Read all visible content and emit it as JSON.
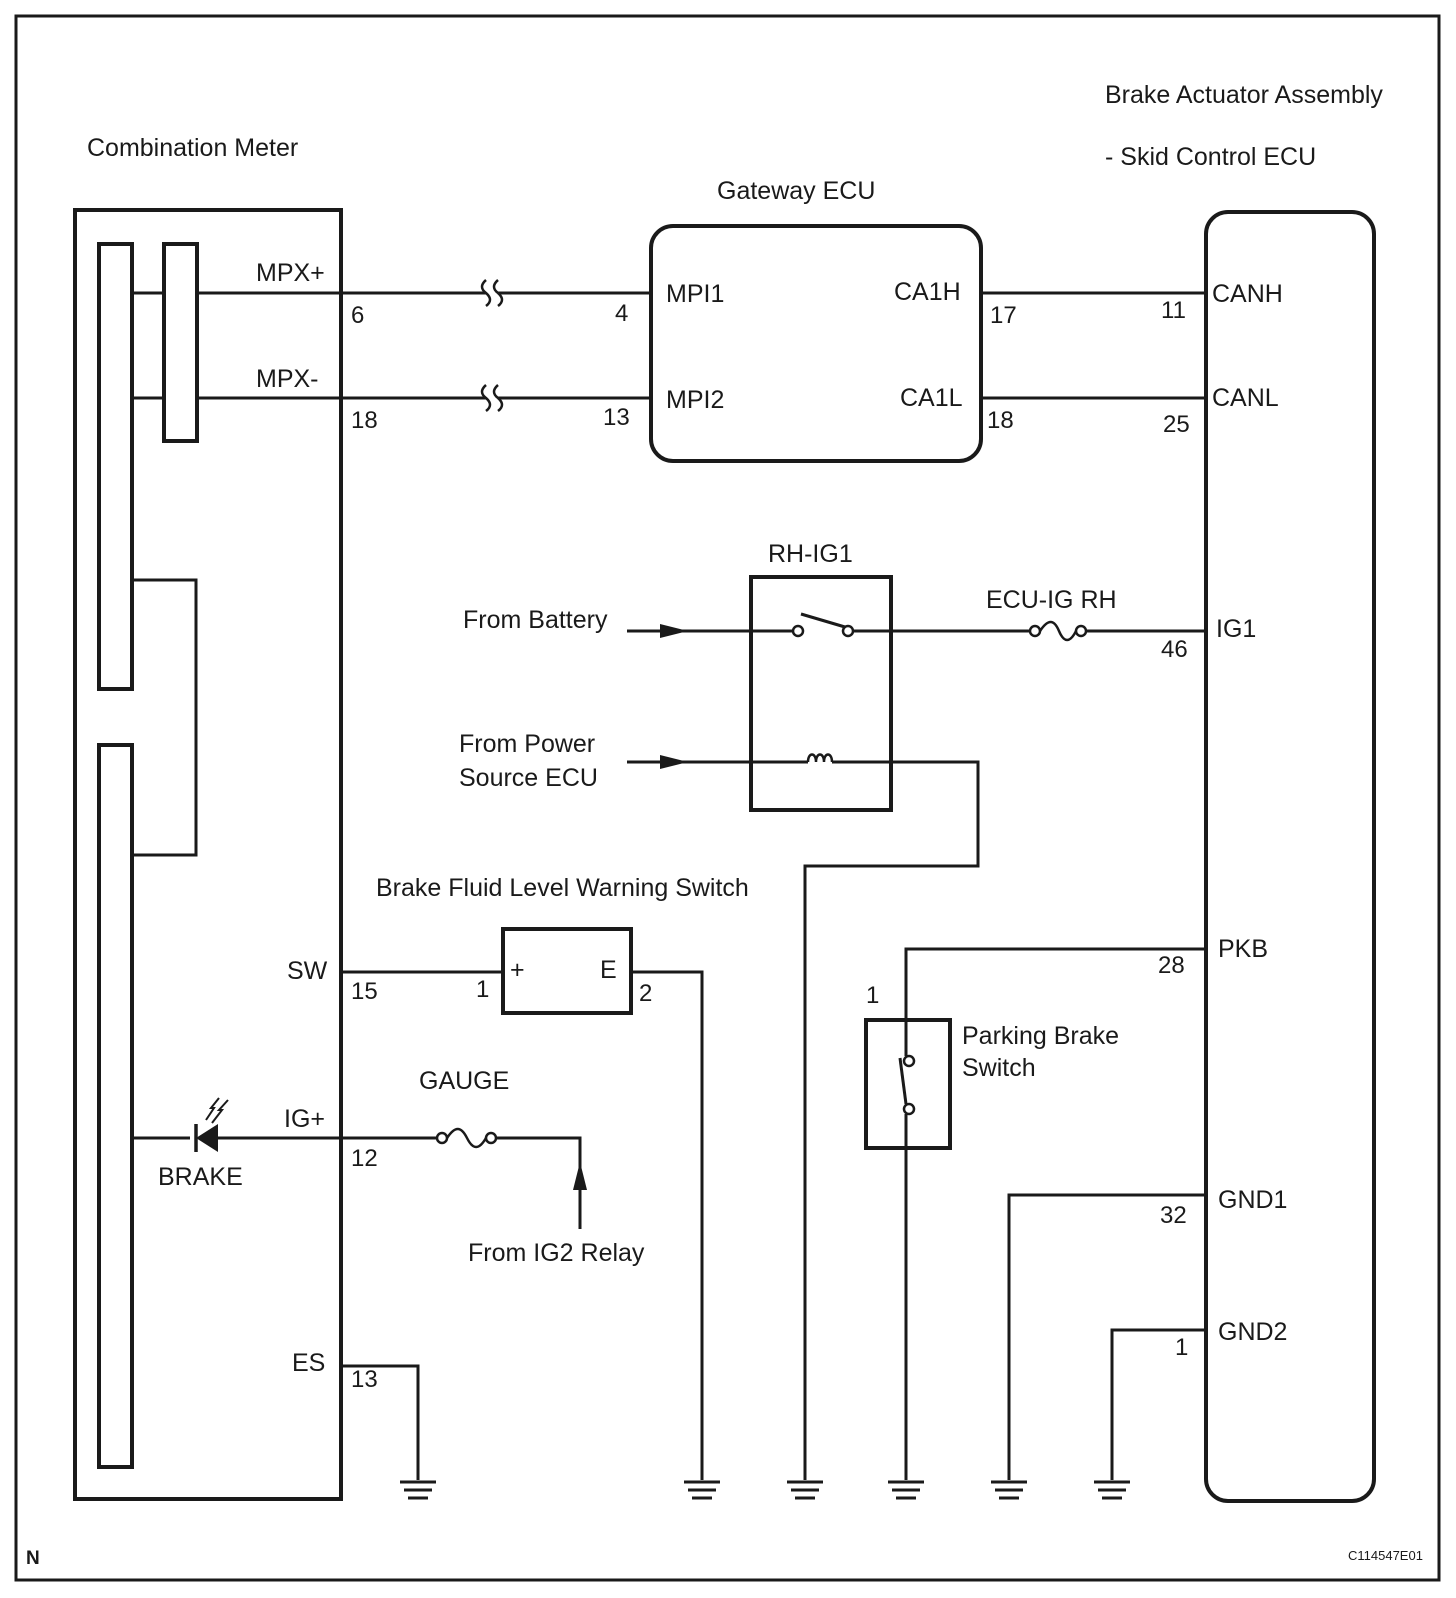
{
  "components": {
    "combination_meter": "Combination Meter",
    "gateway_ecu": "Gateway ECU",
    "brake_actuator_line1": "Brake Actuator Assembly",
    "brake_actuator_line2": "- Skid Control ECU",
    "rh_ig1_relay": "RH-IG1",
    "ecu_ig_rh_fuse": "ECU-IG RH",
    "gauge_fuse": "GAUGE",
    "brake_fluid_switch": "Brake Fluid Level Warning Switch",
    "parking_brake_line1": "Parking Brake",
    "parking_brake_line2": "Switch",
    "brake_lamp": "BRAKE"
  },
  "sources": {
    "from_battery": "From Battery",
    "from_power_line1": "From Power",
    "from_power_line2": "Source ECU",
    "from_ig2": "From IG2 Relay"
  },
  "meter_terminals": {
    "mpx_plus": {
      "name": "MPX+",
      "pin": "6"
    },
    "mpx_minus": {
      "name": "MPX-",
      "pin": "18"
    },
    "sw": {
      "name": "SW",
      "pin": "15"
    },
    "ig_plus": {
      "name": "IG+",
      "pin": "12"
    },
    "es": {
      "name": "ES",
      "pin": "13"
    }
  },
  "gateway_terminals": {
    "mpi1": {
      "name": "MPI1",
      "pin": "4"
    },
    "mpi2": {
      "name": "MPI2",
      "pin": "13"
    },
    "ca1h": {
      "name": "CA1H",
      "pin": "17"
    },
    "ca1l": {
      "name": "CA1L",
      "pin": "18"
    }
  },
  "actuator_terminals": {
    "canh": {
      "name": "CANH",
      "pin": "11"
    },
    "canl": {
      "name": "CANL",
      "pin": "25"
    },
    "ig1": {
      "name": "IG1",
      "pin": "46"
    },
    "pkb": {
      "name": "PKB",
      "pin": "28"
    },
    "gnd1": {
      "name": "GND1",
      "pin": "32"
    },
    "gnd2": {
      "name": "GND2",
      "pin": "1"
    }
  },
  "brake_fluid_switch_terminals": {
    "plus": {
      "name": "+",
      "pin": "1"
    },
    "e": {
      "name": "E",
      "pin": "2"
    }
  },
  "parking_brake_pin": "1",
  "corner_mark": "N",
  "figure_code": "C114547E01"
}
